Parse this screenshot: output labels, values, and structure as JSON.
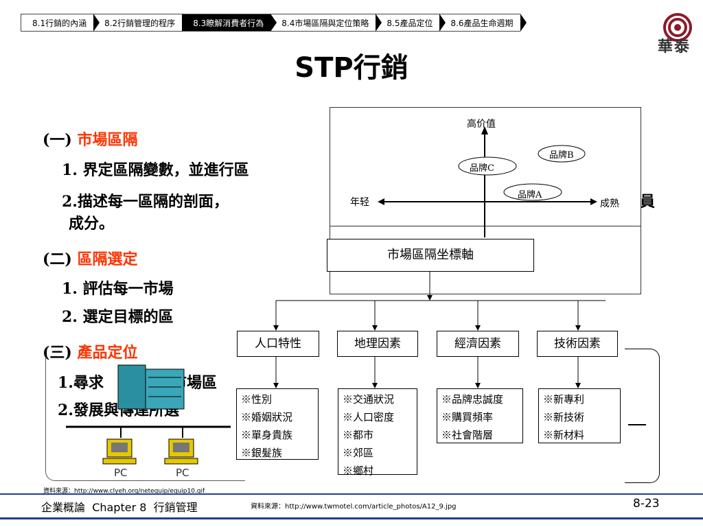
{
  "nav": {
    "tabs": [
      {
        "label": "8.1行銷的內涵"
      },
      {
        "label": "8.2行銷管理的程序"
      },
      {
        "label": "8.3瞭解消費者行為"
      },
      {
        "label": "8.4市場區隔與定位策略"
      },
      {
        "label": "8.5產品定位"
      },
      {
        "label": "8.6產品生命週期"
      }
    ],
    "active_index": 2
  },
  "logo": {
    "text": "華泰"
  },
  "title": "STP行銷",
  "outline": {
    "s1_num": "(一)",
    "s1_title": "市場區隔",
    "s1_i1": "1. 界定區隔變數，並進行區",
    "s1_i2a": "2.描述每一區隔的剖面，",
    "s1_i2b": "成分。",
    "s2_num": "(二)",
    "s2_title": "區隔選定",
    "s2_i1": "1. 評估每一市場",
    "s2_i2": "2. 選定目標的區",
    "s3_num": "(三)",
    "s3_title": "產品定位",
    "s3_i1": "1.尋求",
    "s3_i1b": "市場區",
    "s3_i2": "2.發展與傳達所選",
    "right_frag": "員"
  },
  "network_image": {
    "pc_label_1": "PC",
    "pc_label_2": "PC"
  },
  "chart": {
    "y_label": "高价值",
    "x_left": "年轻",
    "x_right": "成熟",
    "brand_b": "品牌B",
    "brand_c": "品牌C",
    "brand_a": "品牌A"
  },
  "tree": {
    "root": "市場區隔坐標軸",
    "categories": [
      {
        "label": "人口特性",
        "items": [
          "※性別",
          "※婚姻狀況",
          "※單身貴族",
          "※銀髮族"
        ]
      },
      {
        "label": "地理因素",
        "items": [
          "※交通狀況",
          "※人口密度",
          "※都市",
          "※郊區",
          "※鄉村"
        ]
      },
      {
        "label": "經濟因素",
        "items": [
          "※品牌忠誠度",
          "※購買頻率",
          "※社會階層"
        ]
      },
      {
        "label": "技術因素",
        "items": [
          "※新專利",
          "※新技術",
          "※新材料"
        ]
      }
    ]
  },
  "sources": {
    "src1": "資料來源：http://www.clyeh.org/netequip/equip10.gif",
    "src2": "資料來源：http://www.twmotel.com/article_photos/A12_9.jpg"
  },
  "footer": {
    "course": "企業概論",
    "chapter": "Chapter 8",
    "topic": "行銷管理",
    "page": "8-23"
  }
}
